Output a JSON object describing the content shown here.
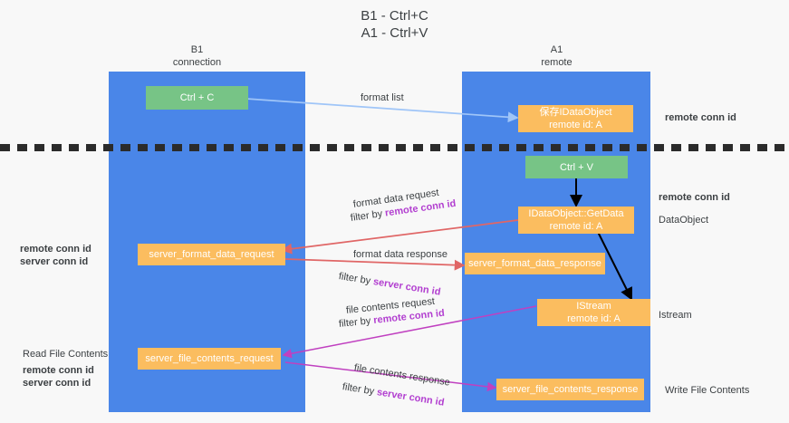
{
  "title": {
    "line1": "B1 - Ctrl+C",
    "line2": "A1 - Ctrl+V"
  },
  "columns": [
    {
      "name": "B1",
      "sub": "connection"
    },
    {
      "name": "A1",
      "sub": "remote"
    }
  ],
  "nodes": {
    "ctrl_c": "Ctrl + C",
    "ctrl_v": "Ctrl + V",
    "save_idataobject_l1": "保存IDataObject",
    "save_idataobject_l2": "remote id: A",
    "getdata_l1": "IDataObject::GetData",
    "getdata_l2": "remote id: A",
    "istream_l1": "IStream",
    "istream_l2": "remote id: A",
    "server_format_data_request": "server_format_data_request",
    "server_format_data_response": "server_format_data_response",
    "server_file_contents_request": "server_file_contents_request",
    "server_file_contents_response": "server_file_contents_response"
  },
  "edges": {
    "format_list": "format list",
    "format_data_request": "format data request",
    "format_data_response": "format data response",
    "file_contents_request": "file contents request",
    "file_contents_response": "file contents response",
    "filter_by": "filter by ",
    "remote_conn_id": "remote conn id",
    "server_conn_id": "server conn id"
  },
  "side_labels": {
    "right_remote_conn_id_top": "remote conn id",
    "right_remote_conn_id_mid": "remote conn id",
    "right_dataobject": "DataObject",
    "right_istream": "Istream",
    "right_write_file_contents": "Write File Contents",
    "left_remote_conn_id": "remote conn id",
    "left_server_conn_id": "server conn id",
    "left_read_file_contents": "Read File Contents",
    "left_remote_conn_id_2": "remote conn id",
    "left_server_conn_id_2": "server conn id"
  },
  "colors": {
    "lane": "#4a86e8",
    "node_green": "#77c486",
    "node_orange": "#fbbd5f",
    "accent_purple": "#b23fd0",
    "accent_green": "#6aa84f",
    "arrow_blue": "#9fc5f8",
    "arrow_red": "#e06666",
    "arrow_magenta": "#c040c0",
    "arrow_black": "#000000",
    "divider": "#2b2b2b",
    "background": "#f8f8f8"
  }
}
